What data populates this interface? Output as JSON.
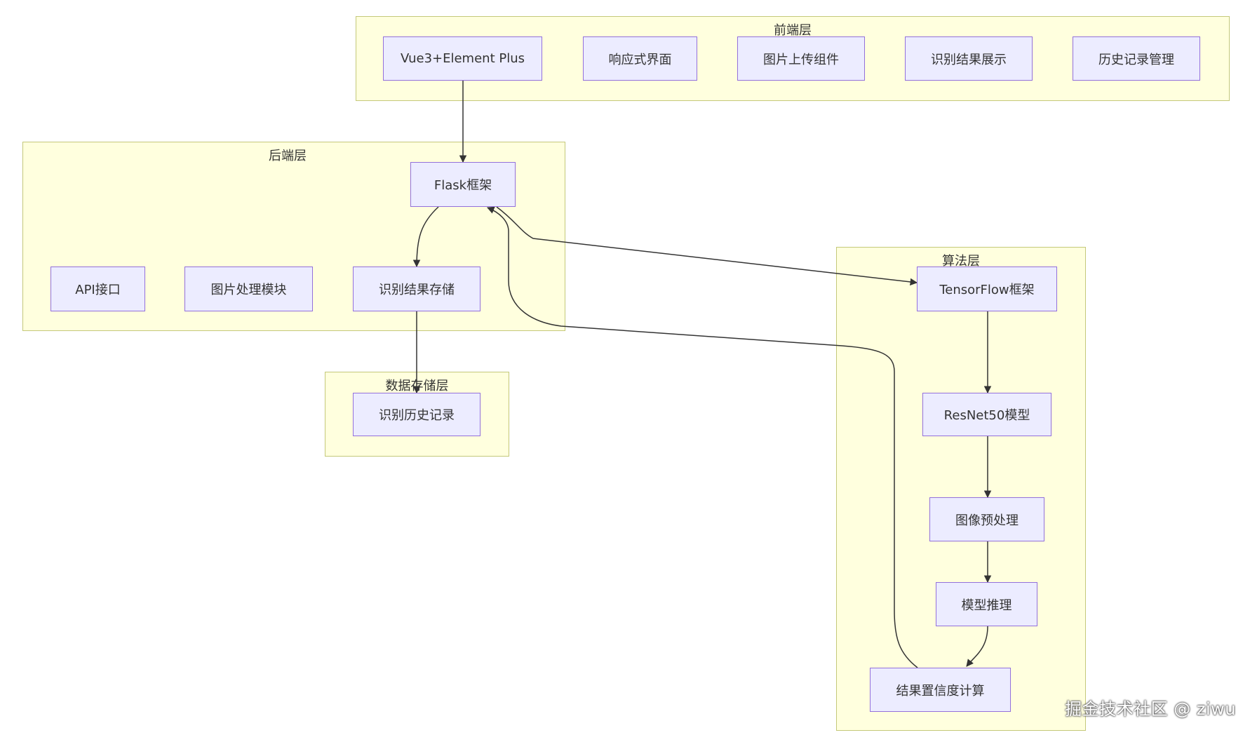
{
  "clusters": {
    "frontend": "前端层",
    "backend": "后端层",
    "storage": "数据存储层",
    "algorithm": "算法层"
  },
  "nodes": {
    "vue": "Vue3+Element Plus",
    "responsive": "响应式界面",
    "upload": "图片上传组件",
    "display": "识别结果展示",
    "history_mgmt": "历史记录管理",
    "flask": "Flask框架",
    "api": "API接口",
    "image_proc": "图片处理模块",
    "result_store": "识别结果存储",
    "history_rec": "识别历史记录",
    "tensorflow": "TensorFlow框架",
    "resnet": "ResNet50模型",
    "preprocess": "图像预处理",
    "inference": "模型推理",
    "confidence": "结果置信度计算"
  },
  "edges": [
    {
      "from": "vue",
      "to": "flask"
    },
    {
      "from": "flask",
      "to": "result_store"
    },
    {
      "from": "flask",
      "to": "tensorflow"
    },
    {
      "from": "result_store",
      "to": "history_rec"
    },
    {
      "from": "tensorflow",
      "to": "resnet"
    },
    {
      "from": "resnet",
      "to": "preprocess"
    },
    {
      "from": "preprocess",
      "to": "inference"
    },
    {
      "from": "inference",
      "to": "confidence"
    },
    {
      "from": "confidence",
      "to": "flask"
    }
  ],
  "watermark": "掘金技术社区 @ ziwu",
  "colors": {
    "node_fill": "#ececff",
    "node_border": "#9370db",
    "cluster_fill": "#ffffde",
    "cluster_border": "#c4c87a",
    "edge": "#333333"
  }
}
